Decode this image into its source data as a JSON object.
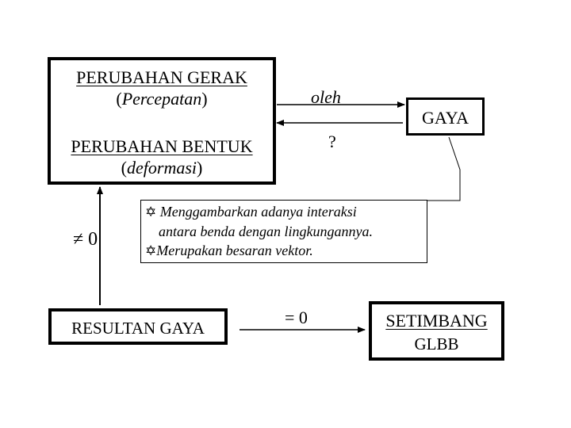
{
  "diagram": {
    "change_box": {
      "motion_title": "PERUBAHAN GERAK",
      "motion_sub_open": "(",
      "motion_sub": "Percepatan",
      "motion_sub_close": ")",
      "shape_title": "PERUBAHAN BENTUK",
      "shape_sub_open": "(",
      "shape_sub": "deformasi",
      "shape_sub_close": ")"
    },
    "by_label": "oleh",
    "question_label": "?",
    "force_box": {
      "label": "GAYA"
    },
    "info_box": {
      "bullet_1_icon": "✡",
      "line_1": "Menggambarkan adanya interaksi",
      "line_2": "antara benda dengan lingkungannya.",
      "bullet_2_icon": "✡",
      "line_3": "Merupakan besaran vektor."
    },
    "not_zero_label": "≠ 0",
    "resultant_box": {
      "label": "RESULTAN GAYA"
    },
    "equals_zero_label": "= 0",
    "result_box": {
      "title": "SETIMBANG",
      "sub": "GLBB"
    }
  }
}
